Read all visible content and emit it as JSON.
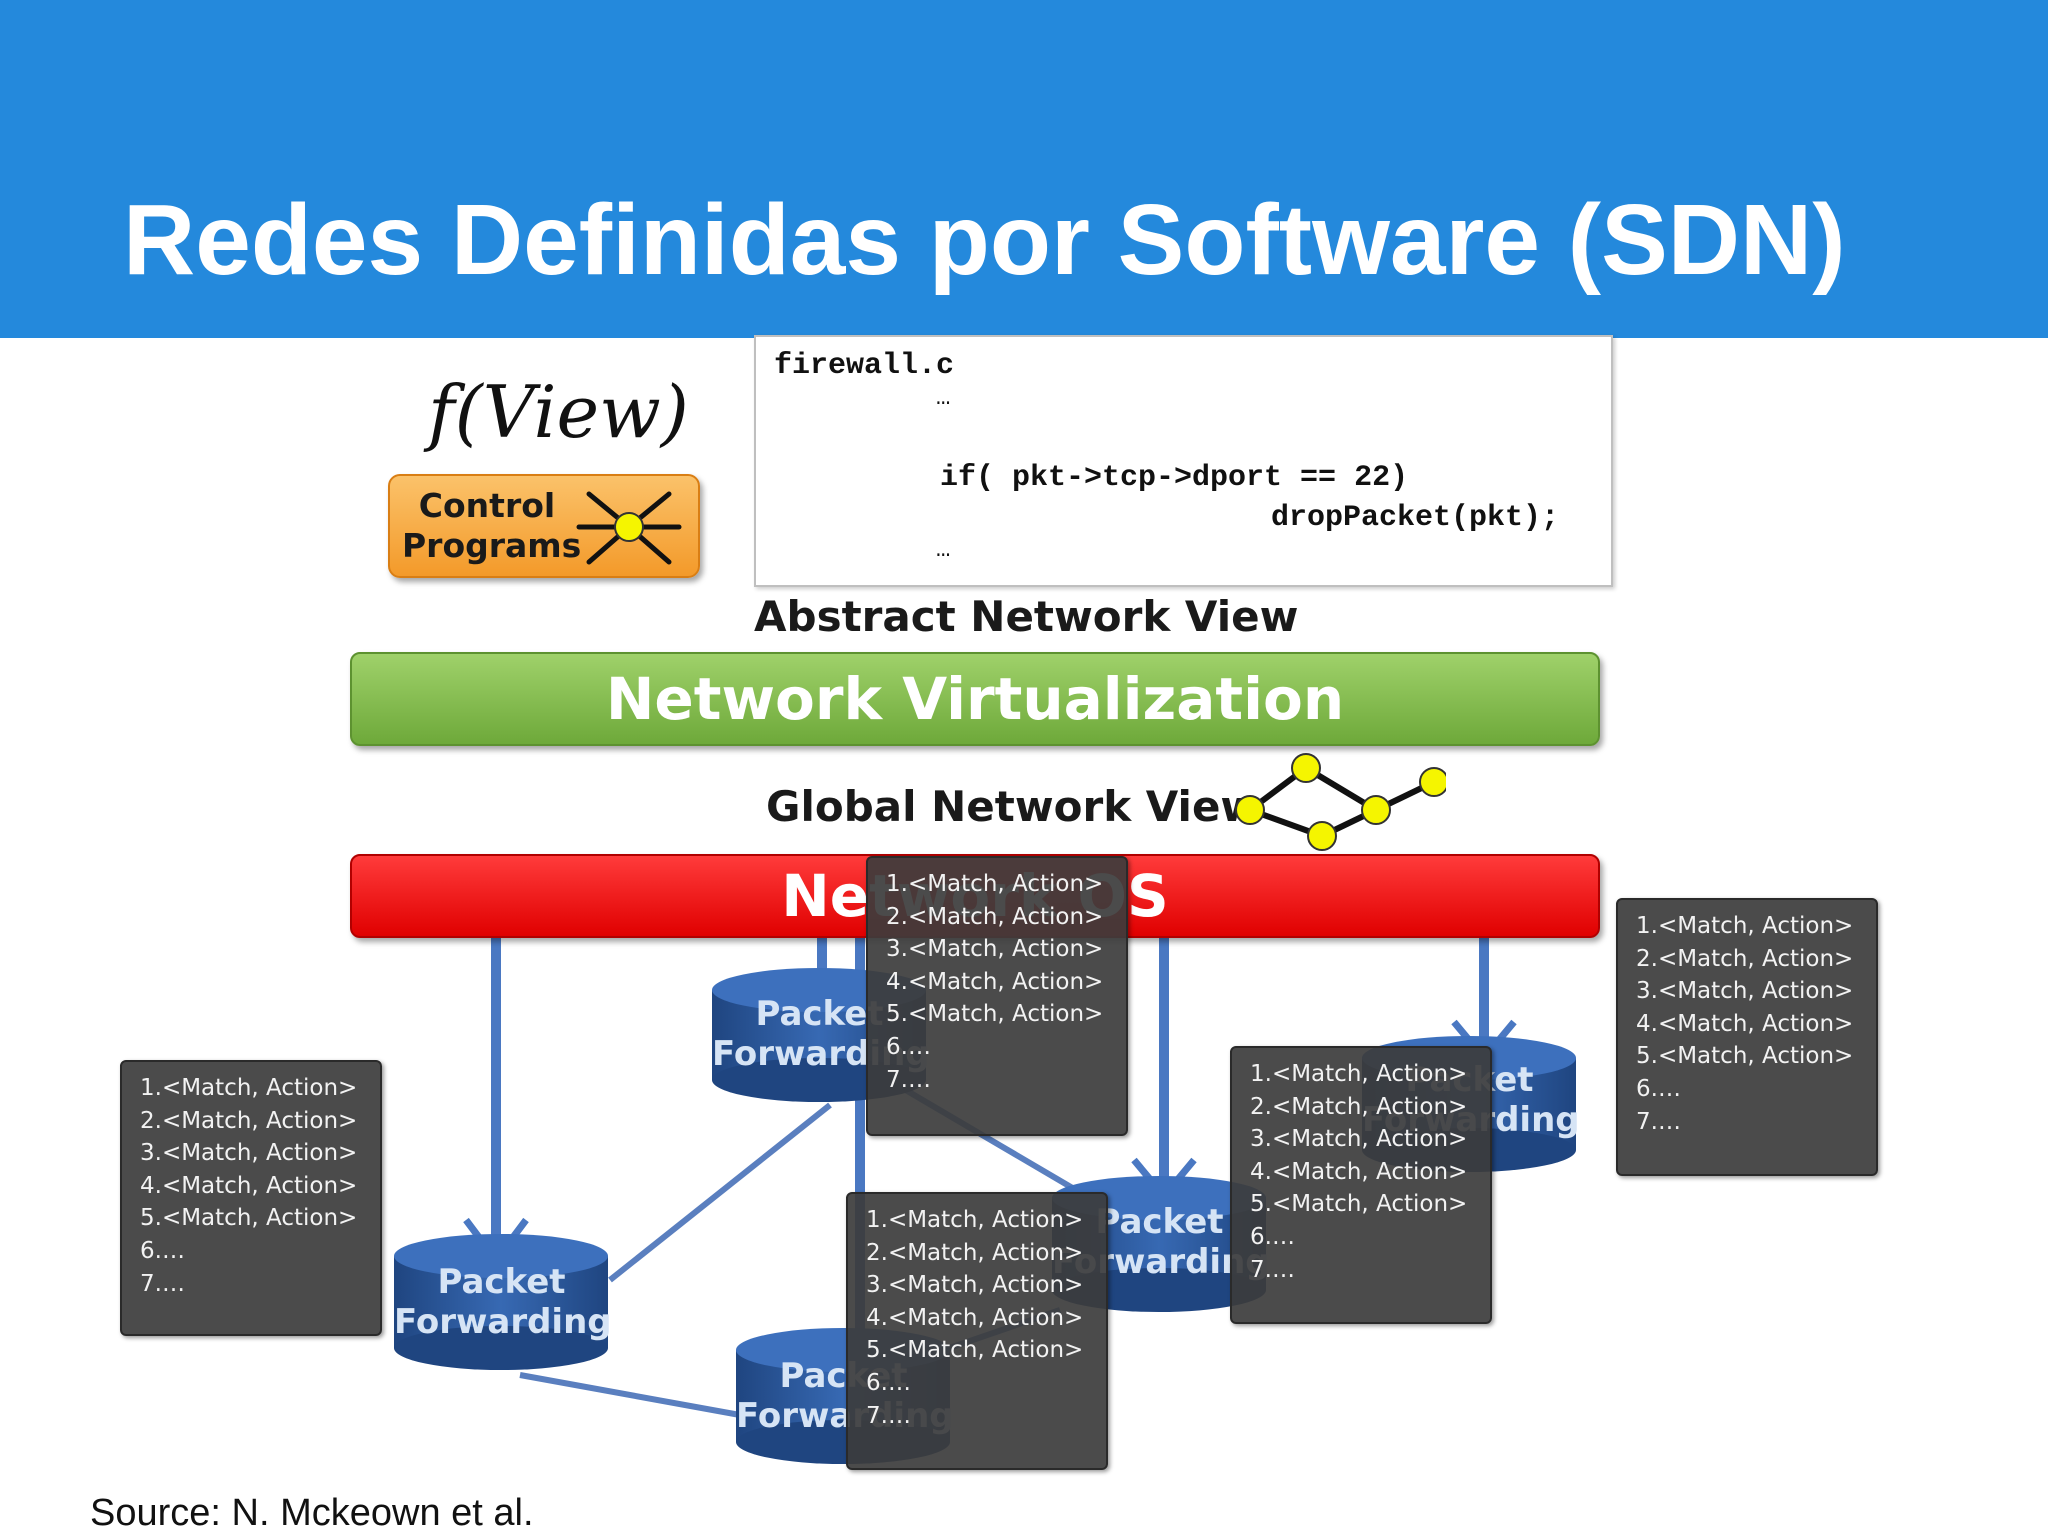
{
  "slide": {
    "title": "Redes Definidas por Software (SDN)",
    "source": "Source: N. Mckeown et al."
  },
  "program": {
    "function_label": "f(View)",
    "function_f": "f",
    "function_arg": "View",
    "control_programs_label": "Control Programs"
  },
  "code": {
    "filename": "firewall.c",
    "lines": [
      "…",
      "if( pkt->tcp->dport == 22)",
      "dropPacket(pkt);",
      "…"
    ]
  },
  "layers": {
    "abstract_view": "Abstract Network View",
    "virtualization": "Network Virtualization",
    "global_view": "Global Network View",
    "network_os": "Network OS"
  },
  "nodes": {
    "packet_forwarding": "Packet Forwarding"
  },
  "flow_table_rows": [
    "1.<Match, Action>",
    "2.<Match, Action>",
    "3.<Match, Action>",
    "4.<Match, Action>",
    "5.<Match, Action>",
    "6.…",
    "7.…"
  ],
  "colors": {
    "header": "#2489dc",
    "virtualization": "#7cb342",
    "network_os": "#ff0000",
    "forwarding_node": "#2a5598",
    "flow_table": "#3c3c3c"
  }
}
